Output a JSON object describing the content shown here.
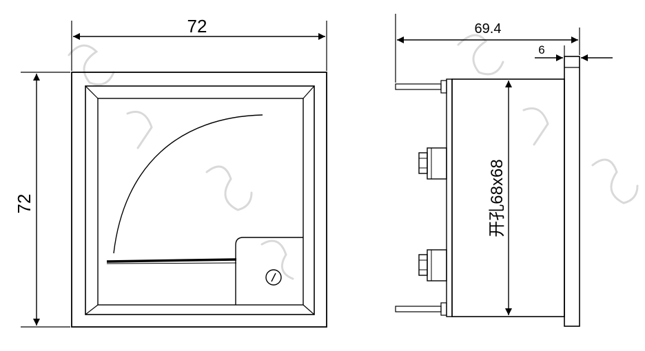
{
  "front_view": {
    "width_label": "72",
    "height_label": "72"
  },
  "side_view": {
    "depth_label": "69.4",
    "flange_label": "6",
    "cutout_label": "开孔68x68"
  }
}
